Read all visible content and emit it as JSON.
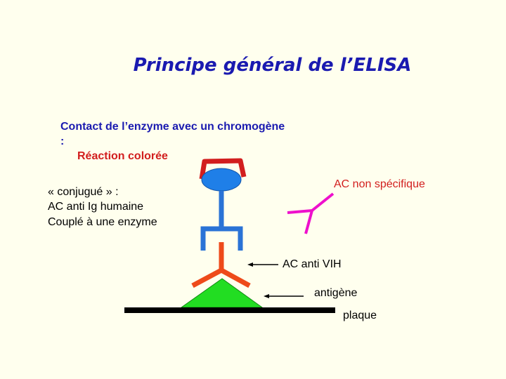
{
  "title": "Principe général de l’ELISA",
  "enzyme_contact": {
    "line1": "Contact de l’enzyme avec un chromogène",
    "line2": ":",
    "result": "Réaction colorée"
  },
  "conjugate": {
    "line1": "« conjugué » :",
    "line2": "AC anti Ig humaine",
    "line3": "Couplé à une enzyme"
  },
  "labels": {
    "nonspecific": "AC non spécifique",
    "anti_hiv": "AC anti VIH",
    "antigen": "antigène",
    "plate": "plaque"
  },
  "colors": {
    "title": "#1a1ab0",
    "reaction": "#d21e1e",
    "enzyme": "#1f7fe8",
    "antibody_blue": "#2a73d6",
    "anti_hiv": "#ee4a1a",
    "antigen": "#22dd22",
    "nonspecific": "#ee10cc",
    "plate": "#000000"
  }
}
